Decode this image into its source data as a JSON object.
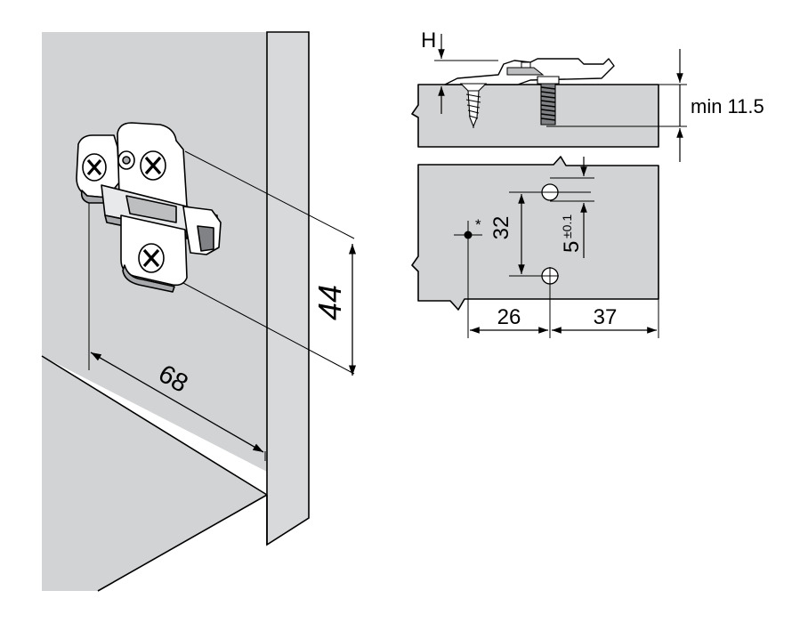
{
  "colors": {
    "panel": "#d1d3d4",
    "panel_light": "#dcdddf",
    "line": "#000000",
    "background": "#ffffff"
  },
  "labels": {
    "dim_68": "68",
    "dim_44": "44",
    "dim_h": "H",
    "dim_min": "min 11.5",
    "dim_32": "32",
    "dim_5": "5",
    "dim_tol": "±0.1",
    "dim_26": "26",
    "dim_37": "37",
    "asterisk": "*"
  }
}
